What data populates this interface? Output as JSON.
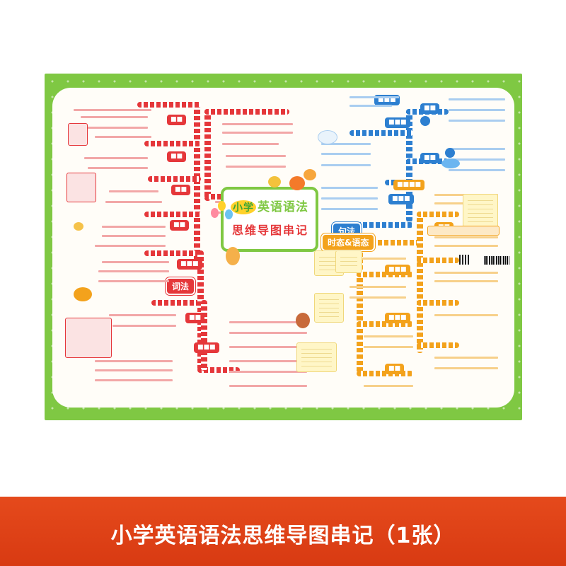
{
  "poster": {
    "title_highlight": "小学",
    "title_line1_rest": "英语语法",
    "title_line2": "思维导图串记",
    "branches": {
      "cifa": "词法",
      "jufa": "句法",
      "shitai": "时态&语态"
    }
  },
  "banner": {
    "caption": "小学英语语法思维导图串记（1张）"
  },
  "colors": {
    "frame_green": "#7fc843",
    "grammar_red": "#e5373a",
    "syntax_blue": "#2d7fd0",
    "tense_orange": "#f3a21c",
    "banner_orange": "#e54a1c"
  }
}
